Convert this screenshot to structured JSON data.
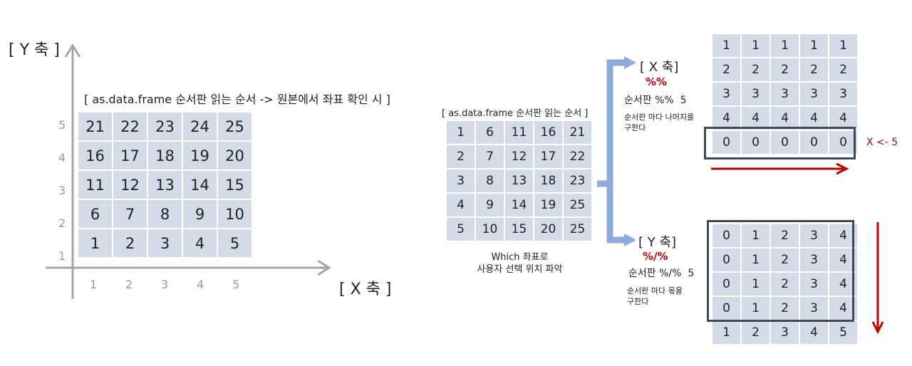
{
  "left": {
    "y_axis_label": "[ Y 축 ]",
    "x_axis_label": "[ X 축 ]",
    "title": "[ as.data.frame 순서판 읽는 순서 -> 원본에서 좌표 확인 시 ]",
    "y_ticks": [
      "5",
      "4",
      "3",
      "2",
      "1"
    ],
    "x_ticks": [
      "1",
      "2",
      "3",
      "4",
      "5"
    ],
    "grid": [
      [
        "21",
        "22",
        "23",
        "24",
        "25"
      ],
      [
        "16",
        "17",
        "18",
        "19",
        "20"
      ],
      [
        "11",
        "12",
        "13",
        "14",
        "15"
      ],
      [
        "6",
        "7",
        "8",
        "9",
        "10"
      ],
      [
        "1",
        "2",
        "3",
        "4",
        "5"
      ]
    ]
  },
  "middle": {
    "title": "[ as.data.frame 순서판 읽는 순서 ]",
    "grid": [
      [
        "1",
        "6",
        "11",
        "16",
        "21"
      ],
      [
        "2",
        "7",
        "12",
        "17",
        "22"
      ],
      [
        "3",
        "8",
        "13",
        "18",
        "23"
      ],
      [
        "4",
        "9",
        "14",
        "19",
        "25"
      ],
      [
        "5",
        "10",
        "15",
        "20",
        "25"
      ]
    ],
    "caption_line1": "Which 좌표로",
    "caption_line2": "사용자 선택 위치 파악"
  },
  "x_branch": {
    "label": "[ X 축]",
    "operator": "%%",
    "expr": "순서판 %%  5",
    "note_line1": "순서판 마다 나머지를",
    "note_line2": "구한다",
    "grid": [
      [
        "1",
        "1",
        "1",
        "1",
        "1"
      ],
      [
        "2",
        "2",
        "2",
        "2",
        "2"
      ],
      [
        "3",
        "3",
        "3",
        "3",
        "3"
      ],
      [
        "4",
        "4",
        "4",
        "4",
        "4"
      ],
      [
        "0",
        "0",
        "0",
        "0",
        "0"
      ]
    ],
    "annotation": "X <- 5"
  },
  "y_branch": {
    "label": "[ Y 축]",
    "operator": "%/%",
    "expr": "순서판 %/%  5",
    "note_line1": "순서판 마다 몫을",
    "note_line2": "구한다",
    "grid": [
      [
        "0",
        "1",
        "2",
        "3",
        "4"
      ],
      [
        "0",
        "1",
        "2",
        "3",
        "4"
      ],
      [
        "0",
        "1",
        "2",
        "3",
        "4"
      ],
      [
        "0",
        "1",
        "2",
        "3",
        "4"
      ],
      [
        "1",
        "2",
        "3",
        "4",
        "5"
      ]
    ]
  },
  "colors": {
    "cell": "#d5dbe6",
    "axis": "#a6a6a6",
    "frame": "#3d4a5c",
    "red": "#c00000",
    "blue_arrow": "#8faadc"
  }
}
